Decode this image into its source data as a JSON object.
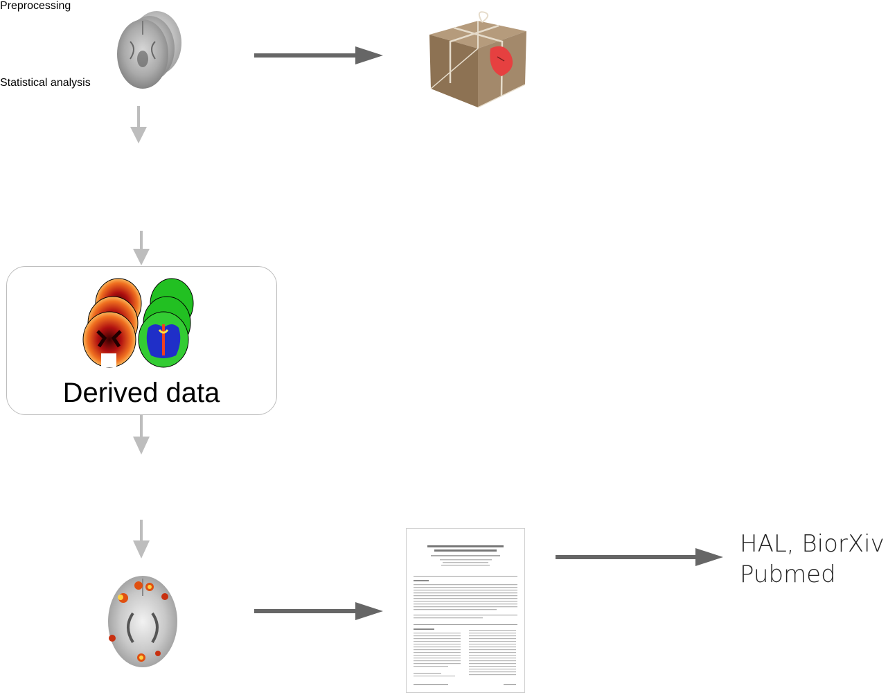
{
  "steps": {
    "preprocessing": "Preprocessing",
    "derived_data": "Derived data",
    "statistical_analysis": "Statistical analysis"
  },
  "repositories": {
    "line1": "HAL, BiorXiv",
    "line2": "Pubmed"
  },
  "colors": {
    "step_fill": "#efefef",
    "arrow_gray": "#bdbdbd",
    "arrow_dark": "#666666",
    "derived_border": "#bdbdbd"
  },
  "icons": {
    "raw_scans": "brain-scan-stack-icon",
    "package": "gift-package-icon",
    "cbf_maps": "hot-colormap-brain-stack-icon",
    "grey_matter_maps": "green-blue-brain-stack-icon",
    "results": "activation-map-brain-icon",
    "paper": "paper-document-icon"
  }
}
